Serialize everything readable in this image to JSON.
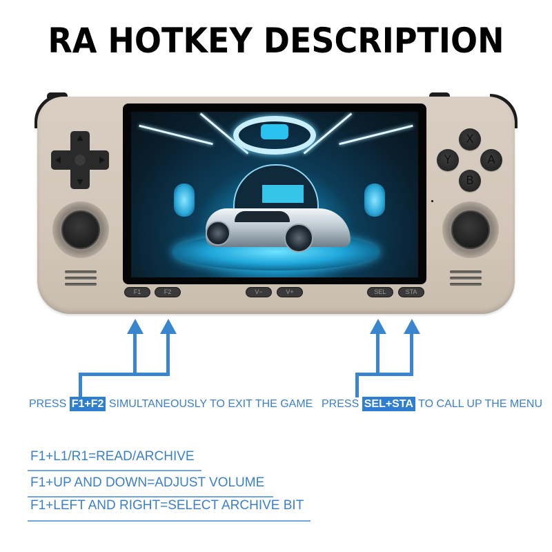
{
  "title": "RA HOTKEY DESCRIPTION",
  "device": {
    "body_color": "#d4c9bb",
    "screen_scene": "futuristic-sports-car-showroom",
    "face_buttons": {
      "x": "X",
      "y": "Y",
      "a": "A",
      "b": "B"
    },
    "function_buttons": {
      "f1": "F1",
      "f2": "F2",
      "v_minus": "V−",
      "v_plus": "V+",
      "sel": "SEL",
      "sta": "STA"
    }
  },
  "callouts": {
    "exit": {
      "prefix": "PRESS",
      "keys": "F1+F2",
      "suffix": "SIMULTANEOUSLY TO EXIT THE GAME"
    },
    "menu": {
      "prefix": "PRESS",
      "keys": "SEL+STA",
      "suffix": "TO CALL UP THE MENU"
    }
  },
  "hotkeys": [
    "F1+L1/R1=READ/ARCHIVE",
    "F1+UP AND DOWN=ADJUST VOLUME",
    "F1+LEFT AND RIGHT=SELECT ARCHIVE BIT"
  ],
  "colors": {
    "accent_blue": "#3a85d0",
    "text_blue": "#3a7fcb",
    "highlight_blue": "#2f7fd0",
    "title": "#000000"
  }
}
